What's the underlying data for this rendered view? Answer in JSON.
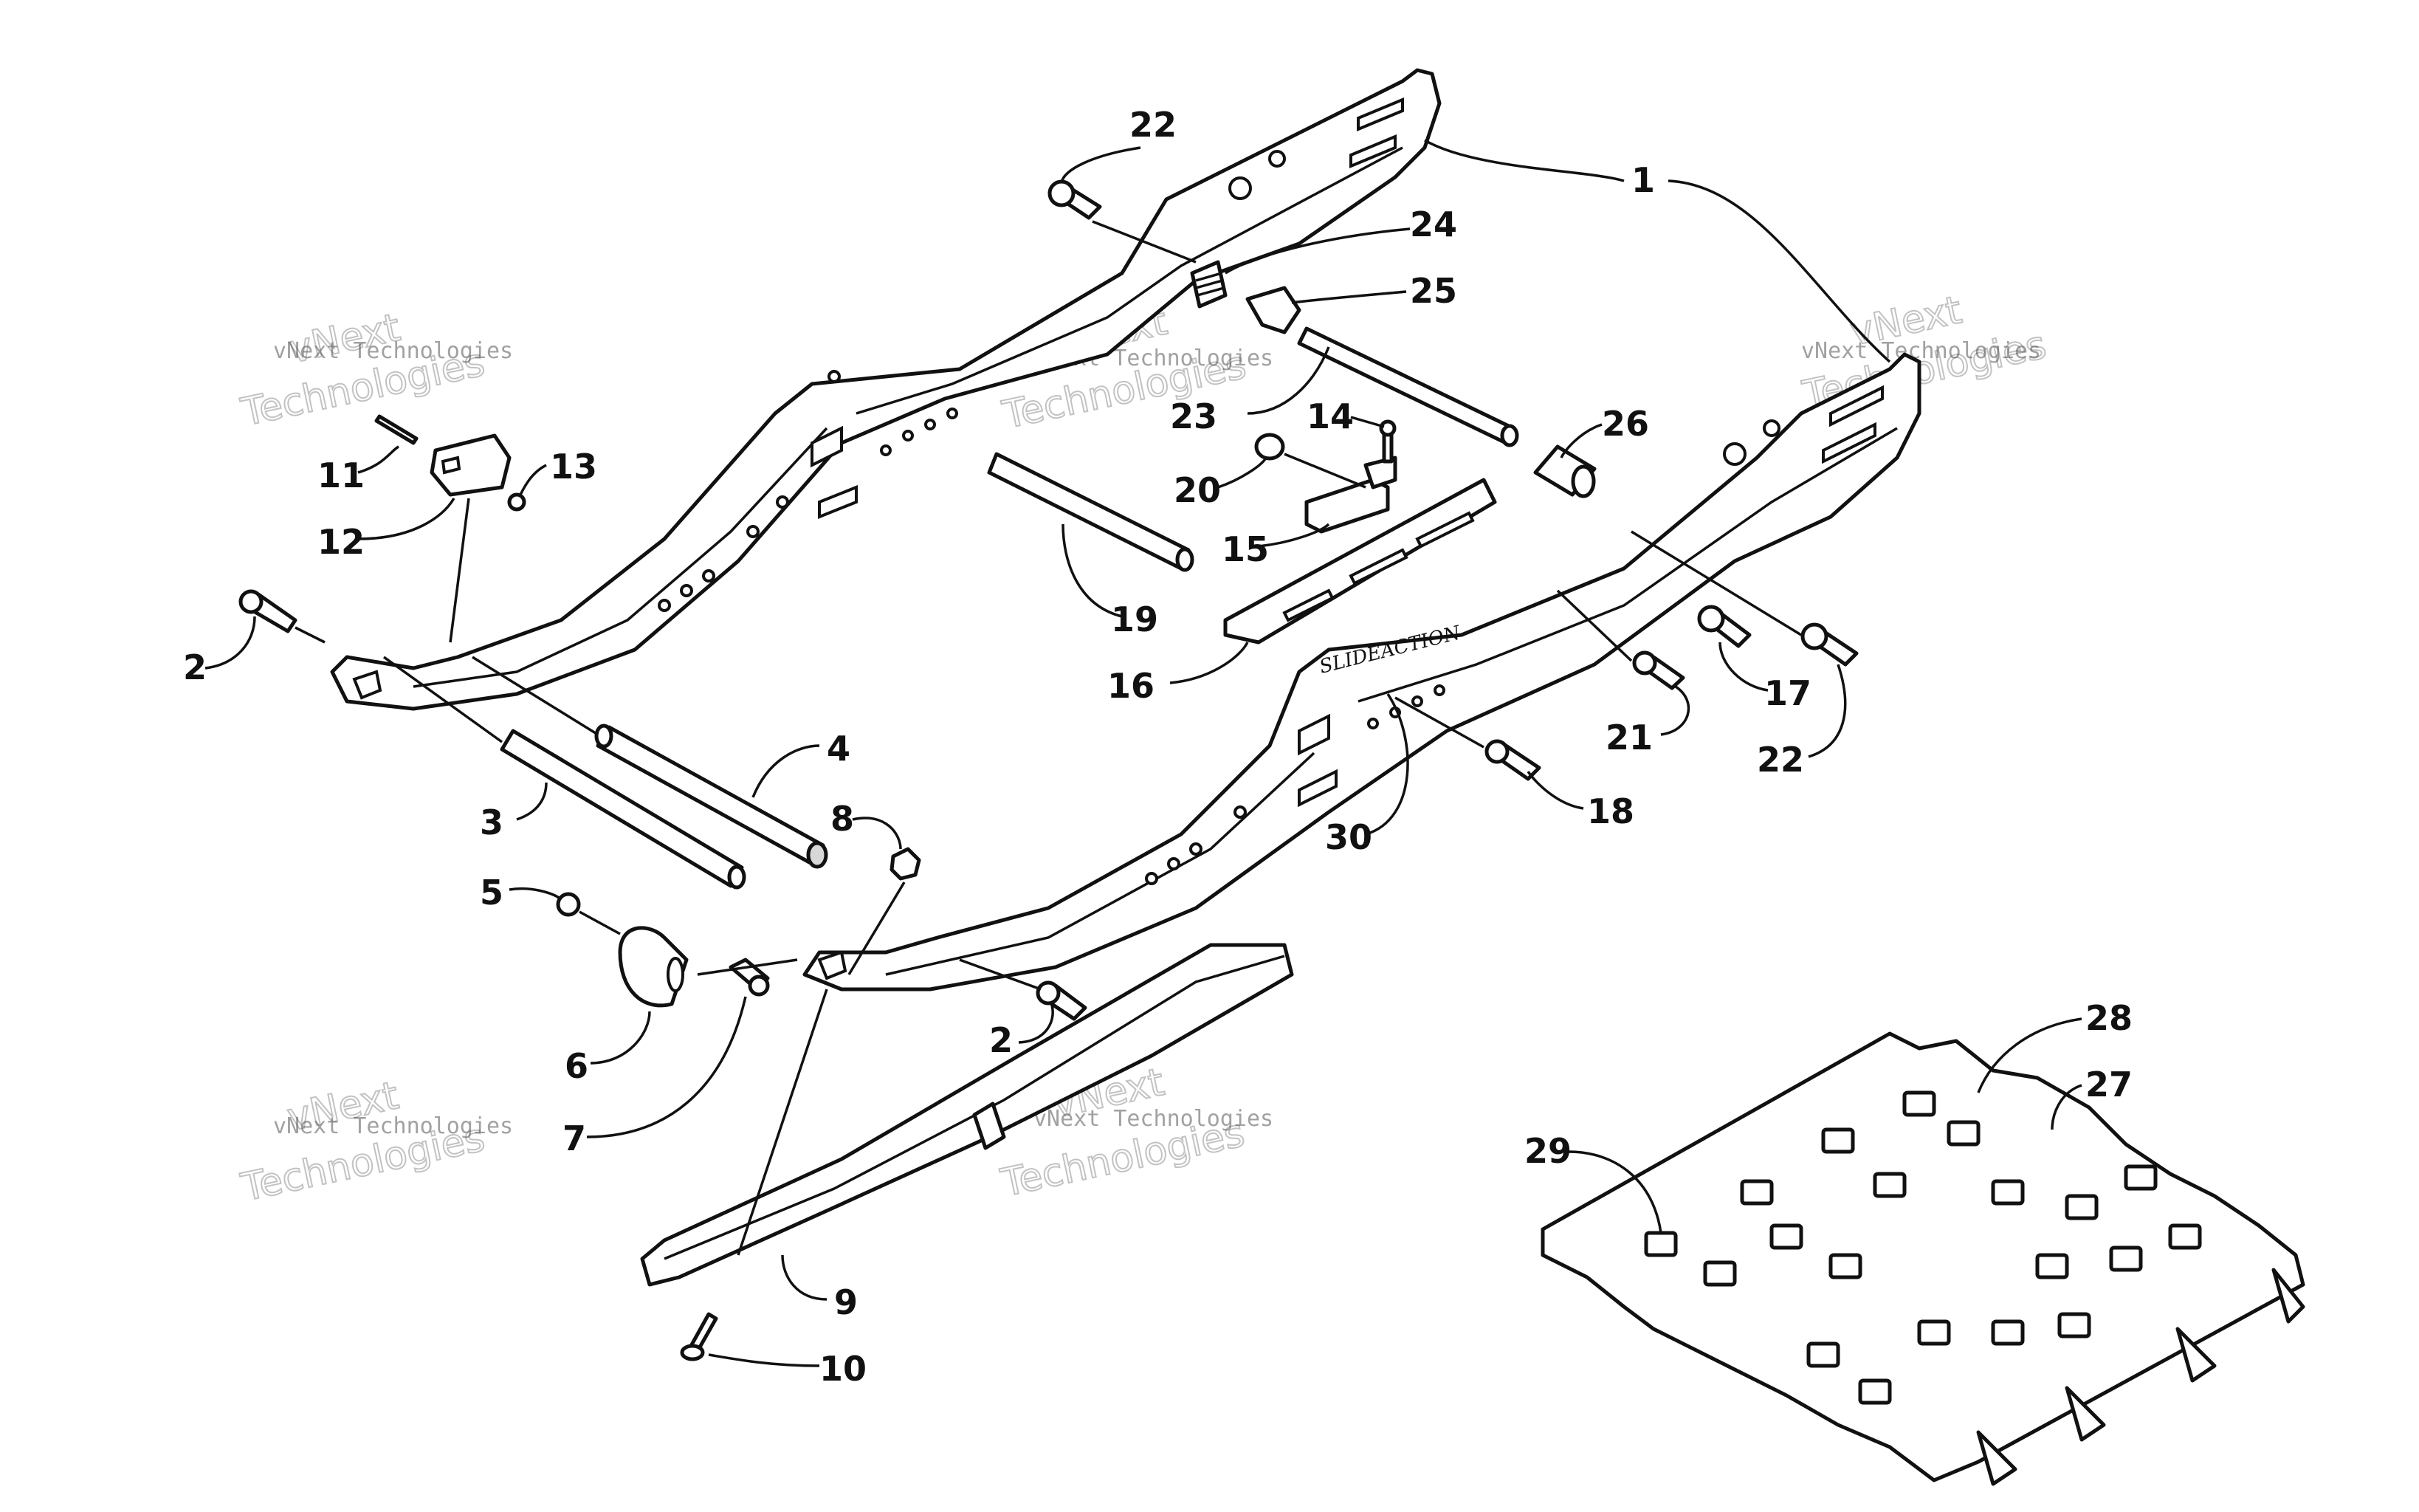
{
  "diagram": {
    "decal_text": "SLIDEACTION",
    "watermark": {
      "company_small": "vNext Technologies",
      "company_line1": "vNext",
      "company_line2": "Technologies"
    },
    "callouts": [
      "1",
      "2",
      "3",
      "4",
      "5",
      "6",
      "7",
      "8",
      "9",
      "10",
      "11",
      "12",
      "13",
      "14",
      "15",
      "16",
      "17",
      "18",
      "19",
      "20",
      "21",
      "22",
      "23",
      "24",
      "25",
      "26",
      "27",
      "28",
      "29",
      "30"
    ]
  }
}
